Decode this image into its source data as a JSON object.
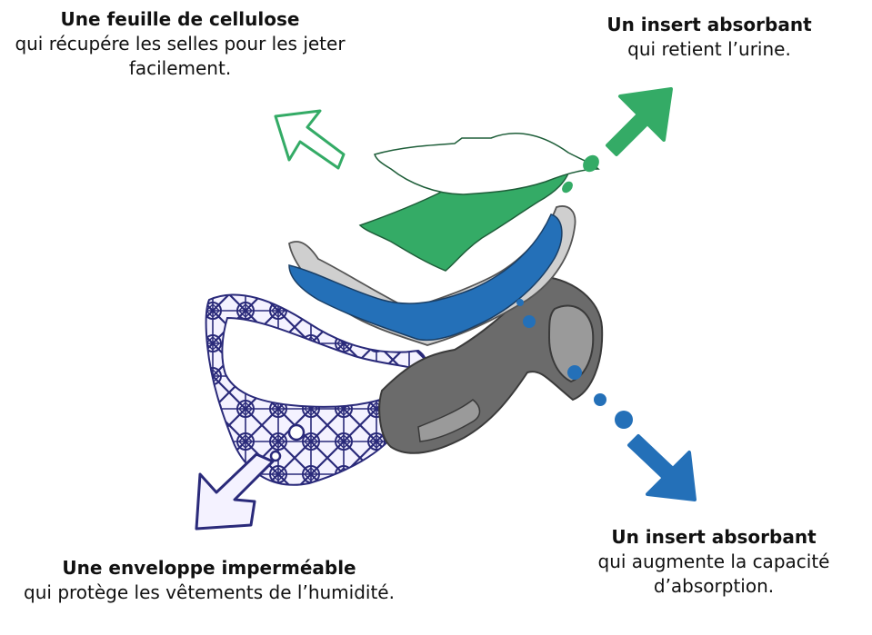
{
  "callouts": {
    "cellulose": {
      "title": "Une feuille de cellulose",
      "desc": "qui récupére les selles pour les jeter facilement."
    },
    "absorbent_urine": {
      "title": "Un insert absorbant",
      "desc": "qui retient l’urine."
    },
    "waterproof": {
      "title": "Une enveloppe imperméable",
      "desc": "qui protège les vêtements de l’humidité."
    },
    "absorbent_capacity": {
      "title": "Un insert absorbant",
      "desc": "qui augmente la capacité d’absorption."
    }
  },
  "colors": {
    "green": "#34ab66",
    "blue": "#2470b8",
    "gray_dark": "#6b6b6b",
    "gray_light": "#c9c9c9",
    "navy": "#2a2a7a"
  },
  "icons": {
    "cellulose_arrow": "arrow-up-left-icon",
    "green_arrow": "arrow-up-right-icon",
    "blue_arrow": "arrow-down-right-icon",
    "envelope_arrow": "arrow-down-left-icon"
  }
}
